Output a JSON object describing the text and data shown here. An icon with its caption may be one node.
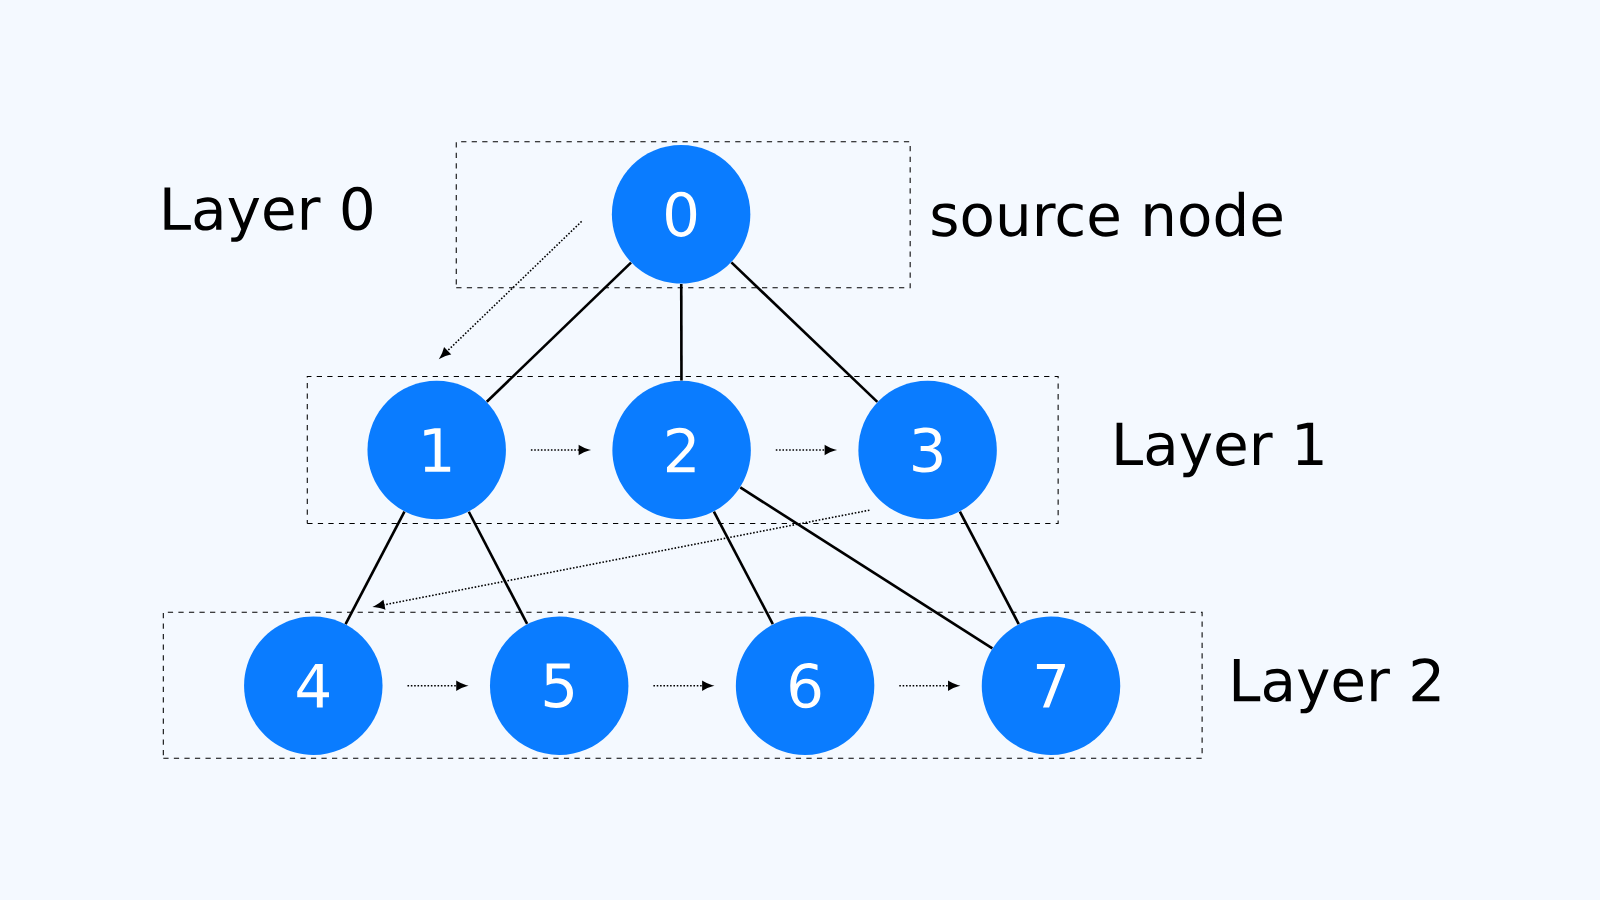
{
  "diagram": {
    "nodes": [
      {
        "text": [],
        "shape": "box"
      },
      {
        "text": [
          "0"
        ],
        "in": 0
      },
      {
        "text": [],
        "shape": "box"
      },
      {
        "text": [
          "1"
        ],
        "in": 2
      },
      {
        "text": [
          "2"
        ],
        "in": 2
      },
      {
        "text": [
          "3"
        ],
        "in": 2
      },
      {
        "text": [],
        "shape": "box"
      },
      {
        "text": [
          "4"
        ],
        "in": 6
      },
      {
        "text": [
          "5"
        ],
        "in": 6
      },
      {
        "text": [
          "6"
        ],
        "in": 6
      },
      {
        "text": [
          "7"
        ],
        "in": 6
      }
    ],
    "edges": [
      {
        "from": 1,
        "to": 3,
        "arrow": "none"
      },
      {
        "from": 1,
        "to": 4,
        "arrow": "none"
      },
      {
        "from": 1,
        "to": 5,
        "arrow": "none"
      },
      {
        "from": 3,
        "to": 7,
        "arrow": "none"
      },
      {
        "from": 3,
        "to": 8,
        "arrow": "none"
      },
      {
        "from": 4,
        "to": 9,
        "arrow": "none"
      },
      {
        "from": 4,
        "to": 10,
        "arrow": "none"
      },
      {
        "from": 5,
        "to": 10,
        "arrow": "none"
      },
      {
        "from": 3,
        "to": 4,
        "arrow": "to",
        "style": "dashed"
      },
      {
        "from": 4,
        "to": 5,
        "arrow": "to",
        "style": "dashed"
      },
      {
        "from": 7,
        "to": 8,
        "arrow": "to",
        "style": "dashed"
      },
      {
        "from": 8,
        "to": 9,
        "arrow": "to",
        "style": "dashed"
      },
      {
        "from": 9,
        "to": 10,
        "arrow": "to",
        "style": "dashed"
      }
    ],
    "labels": [
      "Layer 0",
      "source node",
      "Layer 1",
      "Layer 2"
    ]
  }
}
